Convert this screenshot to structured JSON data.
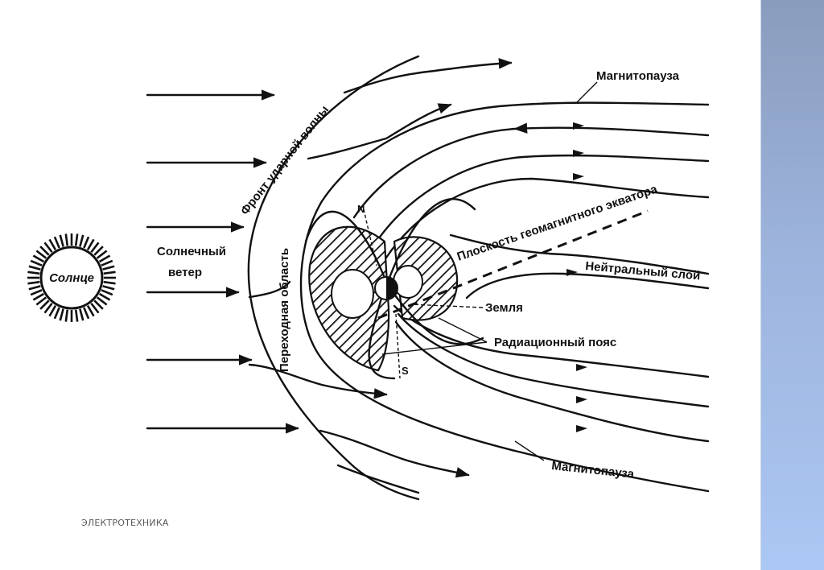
{
  "slide": {
    "footer": "ЭЛЕКТРОТЕХНИКА",
    "accent_band_colors": [
      "#8a9cbd",
      "#abc7f3"
    ]
  },
  "diagram": {
    "title": "Магнитосфера Земли",
    "labels": {
      "sun": "Солнце",
      "solar_wind_line1": "Солнечный",
      "solar_wind_line2": "ветер",
      "shock_front": "Фронт ударной волны",
      "transition_region": "Переходная область",
      "magnetopause_top": "Магнитопауза",
      "magnetopause_bottom": "Магнитопауза",
      "geomagnetic_equator_plane": "Плоскость геомагнитного экватора",
      "neutral_layer": "Нейтральный слой",
      "earth": "Земля",
      "radiation_belt": "Радиационный пояс",
      "north_pole": "N",
      "south_pole": "S"
    },
    "nodes": [
      {
        "id": "sun",
        "label": "Солнце"
      },
      {
        "id": "solar-wind",
        "label": "Солнечный ветер"
      },
      {
        "id": "shock-front",
        "label": "Фронт ударной волны"
      },
      {
        "id": "transition-region",
        "label": "Переходная область"
      },
      {
        "id": "magnetopause",
        "label": "Магнитопауза"
      },
      {
        "id": "radiation-belt",
        "label": "Радиационный пояс"
      },
      {
        "id": "earth",
        "label": "Земля"
      },
      {
        "id": "neutral-layer",
        "label": "Нейтральный слой"
      },
      {
        "id": "equator-plane",
        "label": "Плоскость геомагнитного экватора"
      }
    ],
    "edges": [
      {
        "from": "sun",
        "to": "solar-wind",
        "label": ""
      },
      {
        "from": "solar-wind",
        "to": "shock-front",
        "label": ""
      },
      {
        "from": "shock-front",
        "to": "transition-region",
        "label": ""
      },
      {
        "from": "transition-region",
        "to": "magnetopause",
        "label": ""
      }
    ]
  }
}
